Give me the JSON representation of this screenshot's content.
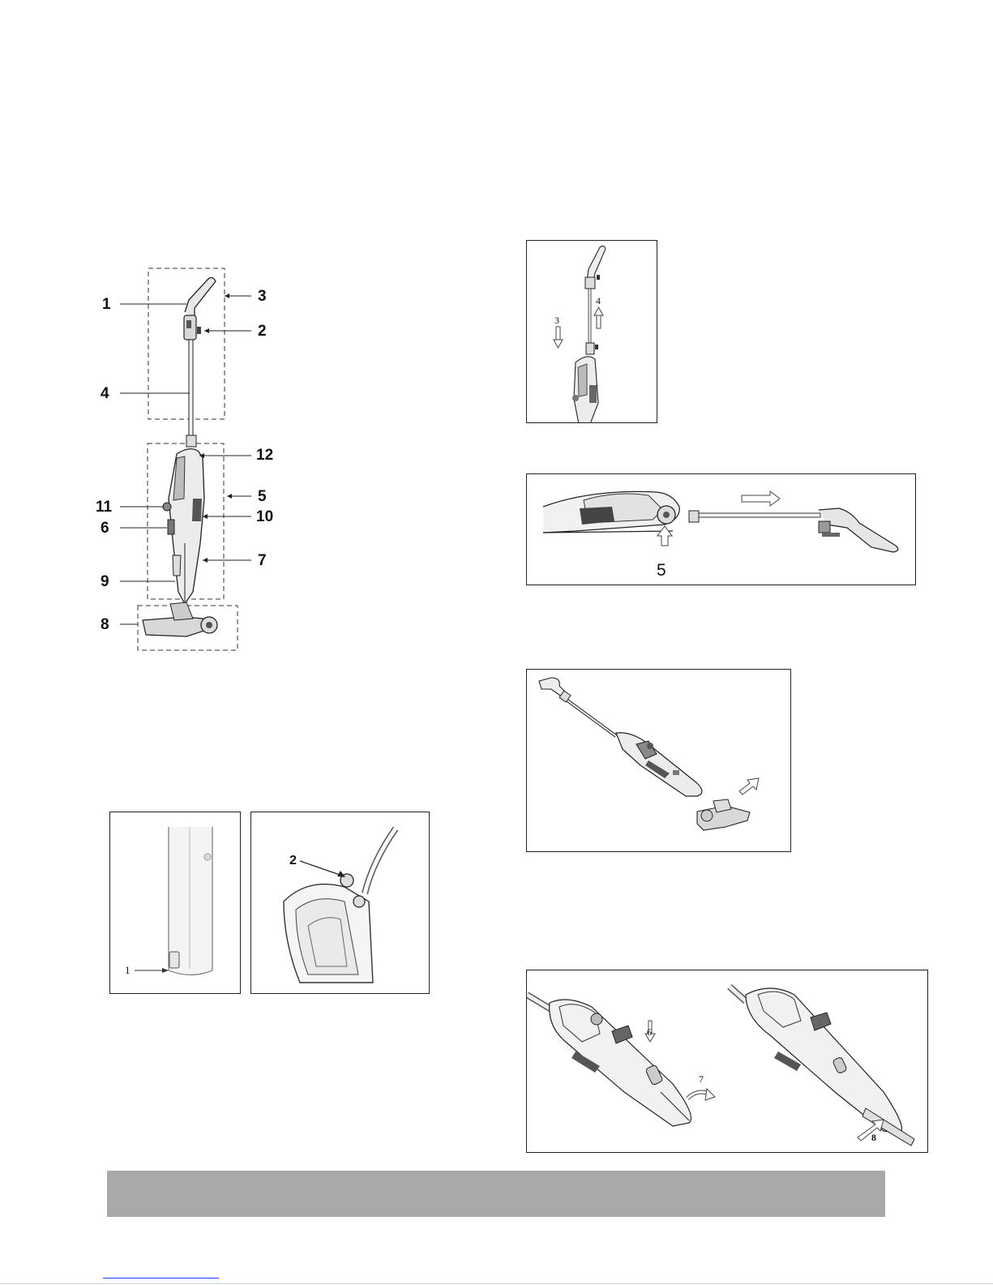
{
  "main_diagram": {
    "callouts": {
      "c1": "1",
      "c2": "2",
      "c3": "3",
      "c4": "4",
      "c5": "5",
      "c6": "6",
      "c7": "7",
      "c8": "8",
      "c9": "9",
      "c10": "10",
      "c11": "11",
      "c12": "12"
    }
  },
  "detail_left": {
    "label": "1"
  },
  "detail_right": {
    "label": "2"
  },
  "fig_extend": {
    "label_down": "3",
    "label_up": "4"
  },
  "fig_release": {
    "label": "5"
  },
  "fig_brush": {},
  "fig_handheld": {
    "label_press": "6",
    "label_rotate": "7",
    "label_insert": "8"
  }
}
